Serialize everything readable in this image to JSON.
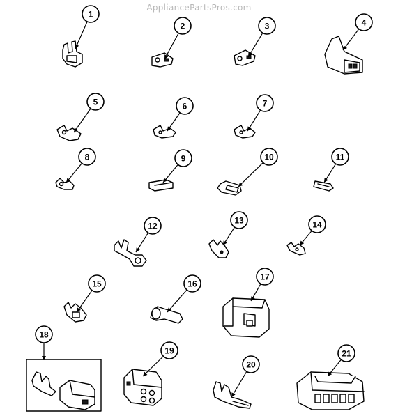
{
  "watermark": "AppliancePartsPros.com",
  "callouts": [
    {
      "id": 1,
      "label": "1"
    },
    {
      "id": 2,
      "label": "2"
    },
    {
      "id": 3,
      "label": "3"
    },
    {
      "id": 4,
      "label": "4"
    },
    {
      "id": 5,
      "label": "5"
    },
    {
      "id": 6,
      "label": "6"
    },
    {
      "id": 7,
      "label": "7"
    },
    {
      "id": 8,
      "label": "8"
    },
    {
      "id": 9,
      "label": "9"
    },
    {
      "id": 10,
      "label": "10"
    },
    {
      "id": 11,
      "label": "11"
    },
    {
      "id": 12,
      "label": "12"
    },
    {
      "id": 13,
      "label": "13"
    },
    {
      "id": 14,
      "label": "14"
    },
    {
      "id": 15,
      "label": "15"
    },
    {
      "id": 16,
      "label": "16"
    },
    {
      "id": 17,
      "label": "17"
    },
    {
      "id": 18,
      "label": "18"
    },
    {
      "id": 19,
      "label": "19"
    },
    {
      "id": 20,
      "label": "20"
    },
    {
      "id": 21,
      "label": "21"
    }
  ],
  "icons": {
    "connector": "connector-part-icon",
    "terminal": "terminal-part-icon",
    "ring": "ring-terminal-icon"
  }
}
